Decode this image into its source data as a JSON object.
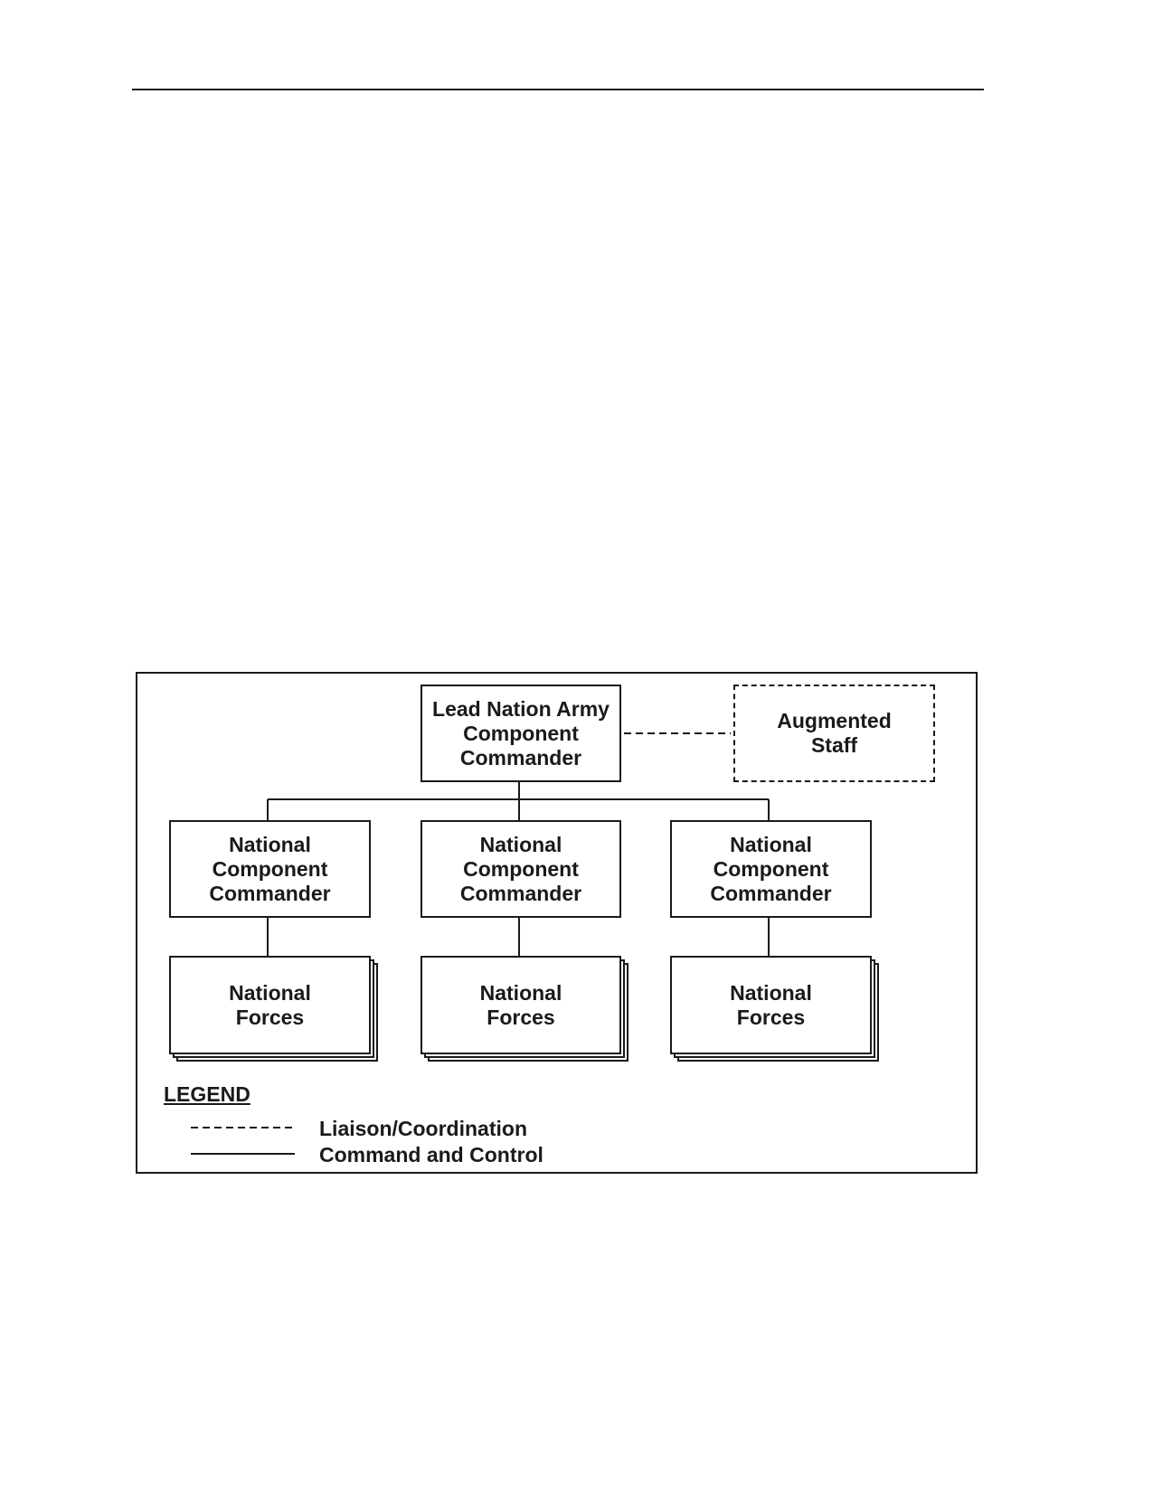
{
  "diagram": {
    "nodes": {
      "lead_commander": {
        "label": "Lead Nation Army\nComponent\nCommander"
      },
      "augmented_staff": {
        "label": "Augmented\nStaff"
      },
      "national_commanders": [
        {
          "label": "National\nComponent\nCommander"
        },
        {
          "label": "National\nComponent\nCommander"
        },
        {
          "label": "National\nComponent\nCommander"
        }
      ],
      "national_forces": [
        {
          "label": "National\nForces"
        },
        {
          "label": "National\nForces"
        },
        {
          "label": "National\nForces"
        }
      ]
    },
    "edges": [
      {
        "from": "lead_commander",
        "to": "augmented_staff",
        "type": "Liaison/Coordination"
      },
      {
        "from": "lead_commander",
        "to": "national_commanders.0",
        "type": "Command and Control"
      },
      {
        "from": "lead_commander",
        "to": "national_commanders.1",
        "type": "Command and Control"
      },
      {
        "from": "lead_commander",
        "to": "national_commanders.2",
        "type": "Command and Control"
      },
      {
        "from": "national_commanders.0",
        "to": "national_forces.0",
        "type": "Command and Control"
      },
      {
        "from": "national_commanders.1",
        "to": "national_forces.1",
        "type": "Command and Control"
      },
      {
        "from": "national_commanders.2",
        "to": "national_forces.2",
        "type": "Command and Control"
      }
    ]
  },
  "legend": {
    "title": "LEGEND",
    "items": [
      {
        "label": "Liaison/Coordination",
        "line_style": "dashed"
      },
      {
        "label": "Command and Control",
        "line_style": "solid"
      }
    ]
  }
}
